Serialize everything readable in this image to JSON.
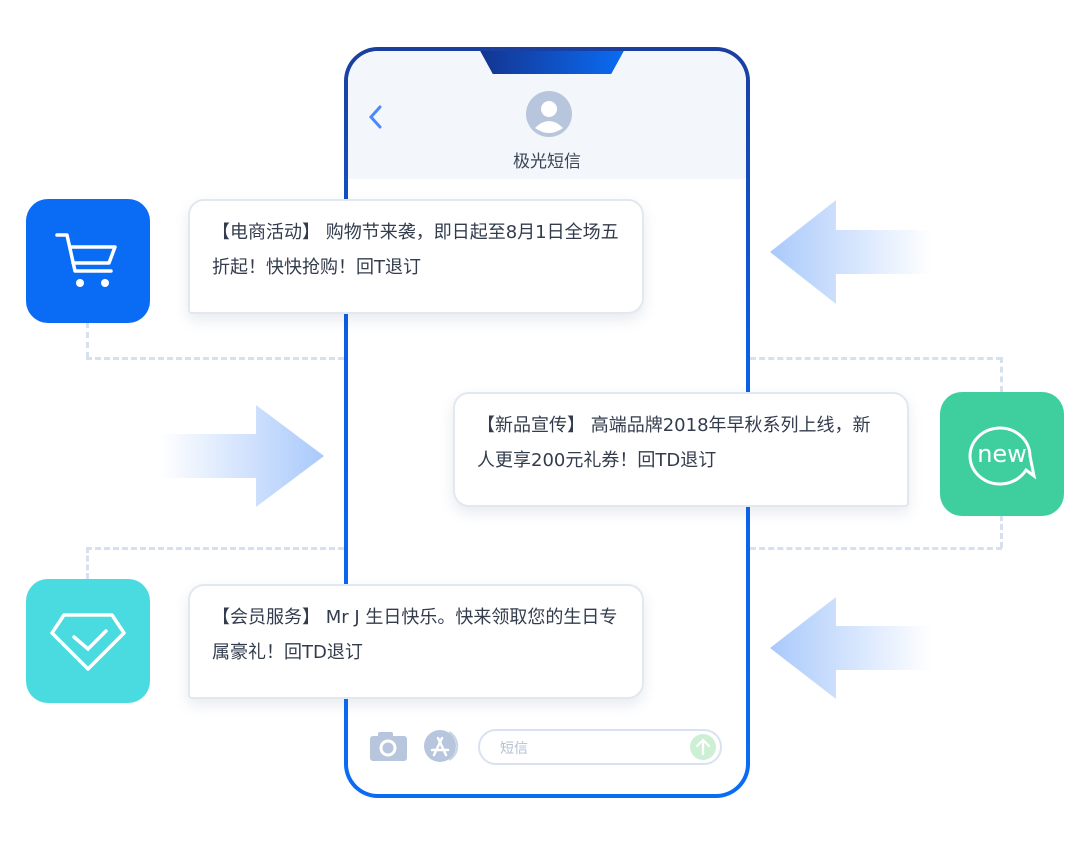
{
  "phone": {
    "contact_name": "极光短信",
    "input_placeholder": "短信"
  },
  "messages": [
    {
      "text": "【电商活动】 购物节来袭，即日起至8月1日全场五折起！快快抢购！回T退订"
    },
    {
      "text": "【新品宣传】 高端品牌2018年早秋系列上线，新人更享200元礼券！回TD退订"
    },
    {
      "text": "【会员服务】 Mr J 生日快乐。快来领取您的生日专属豪礼！回TD退订"
    }
  ],
  "apps": [
    {
      "name": "cart",
      "color": "#0a6cf5"
    },
    {
      "name": "new",
      "label": "new",
      "color": "#3fcf9f"
    },
    {
      "name": "diamond",
      "color": "#4adbe0"
    }
  ]
}
